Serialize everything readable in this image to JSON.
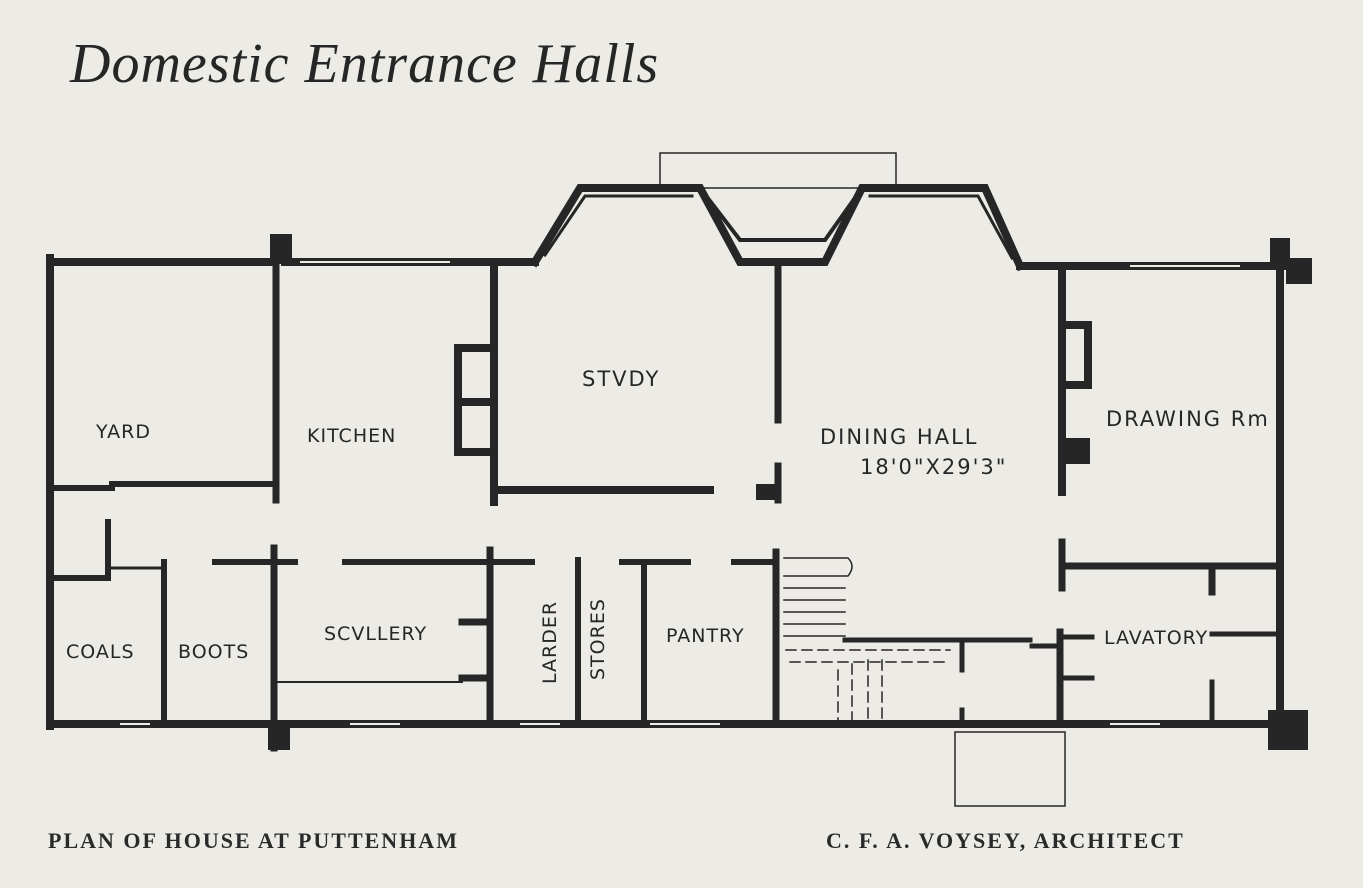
{
  "title": "Domestic Entrance Halls",
  "caption_left": "PLAN OF HOUSE AT PUTTENHAM",
  "caption_right": "C. F. A. VOYSEY, ARCHITECT",
  "rooms": {
    "yard": "YARD",
    "kitchen": "KITCHEN",
    "study": "STVDY",
    "dining_hall": "DINING HALL",
    "dining_dims": "18'0\"X29'3\"",
    "drawing_room": "DRAWING Rm",
    "coals": "COALS",
    "boots": "BOOTS",
    "scullery": "SCVLLERY",
    "larder": "LARDER",
    "stores": "STORES",
    "pantry": "PANTRY",
    "lavatory": "LAVATORY"
  },
  "colors": {
    "paper": "#ecebe6",
    "ink": "#262626"
  }
}
